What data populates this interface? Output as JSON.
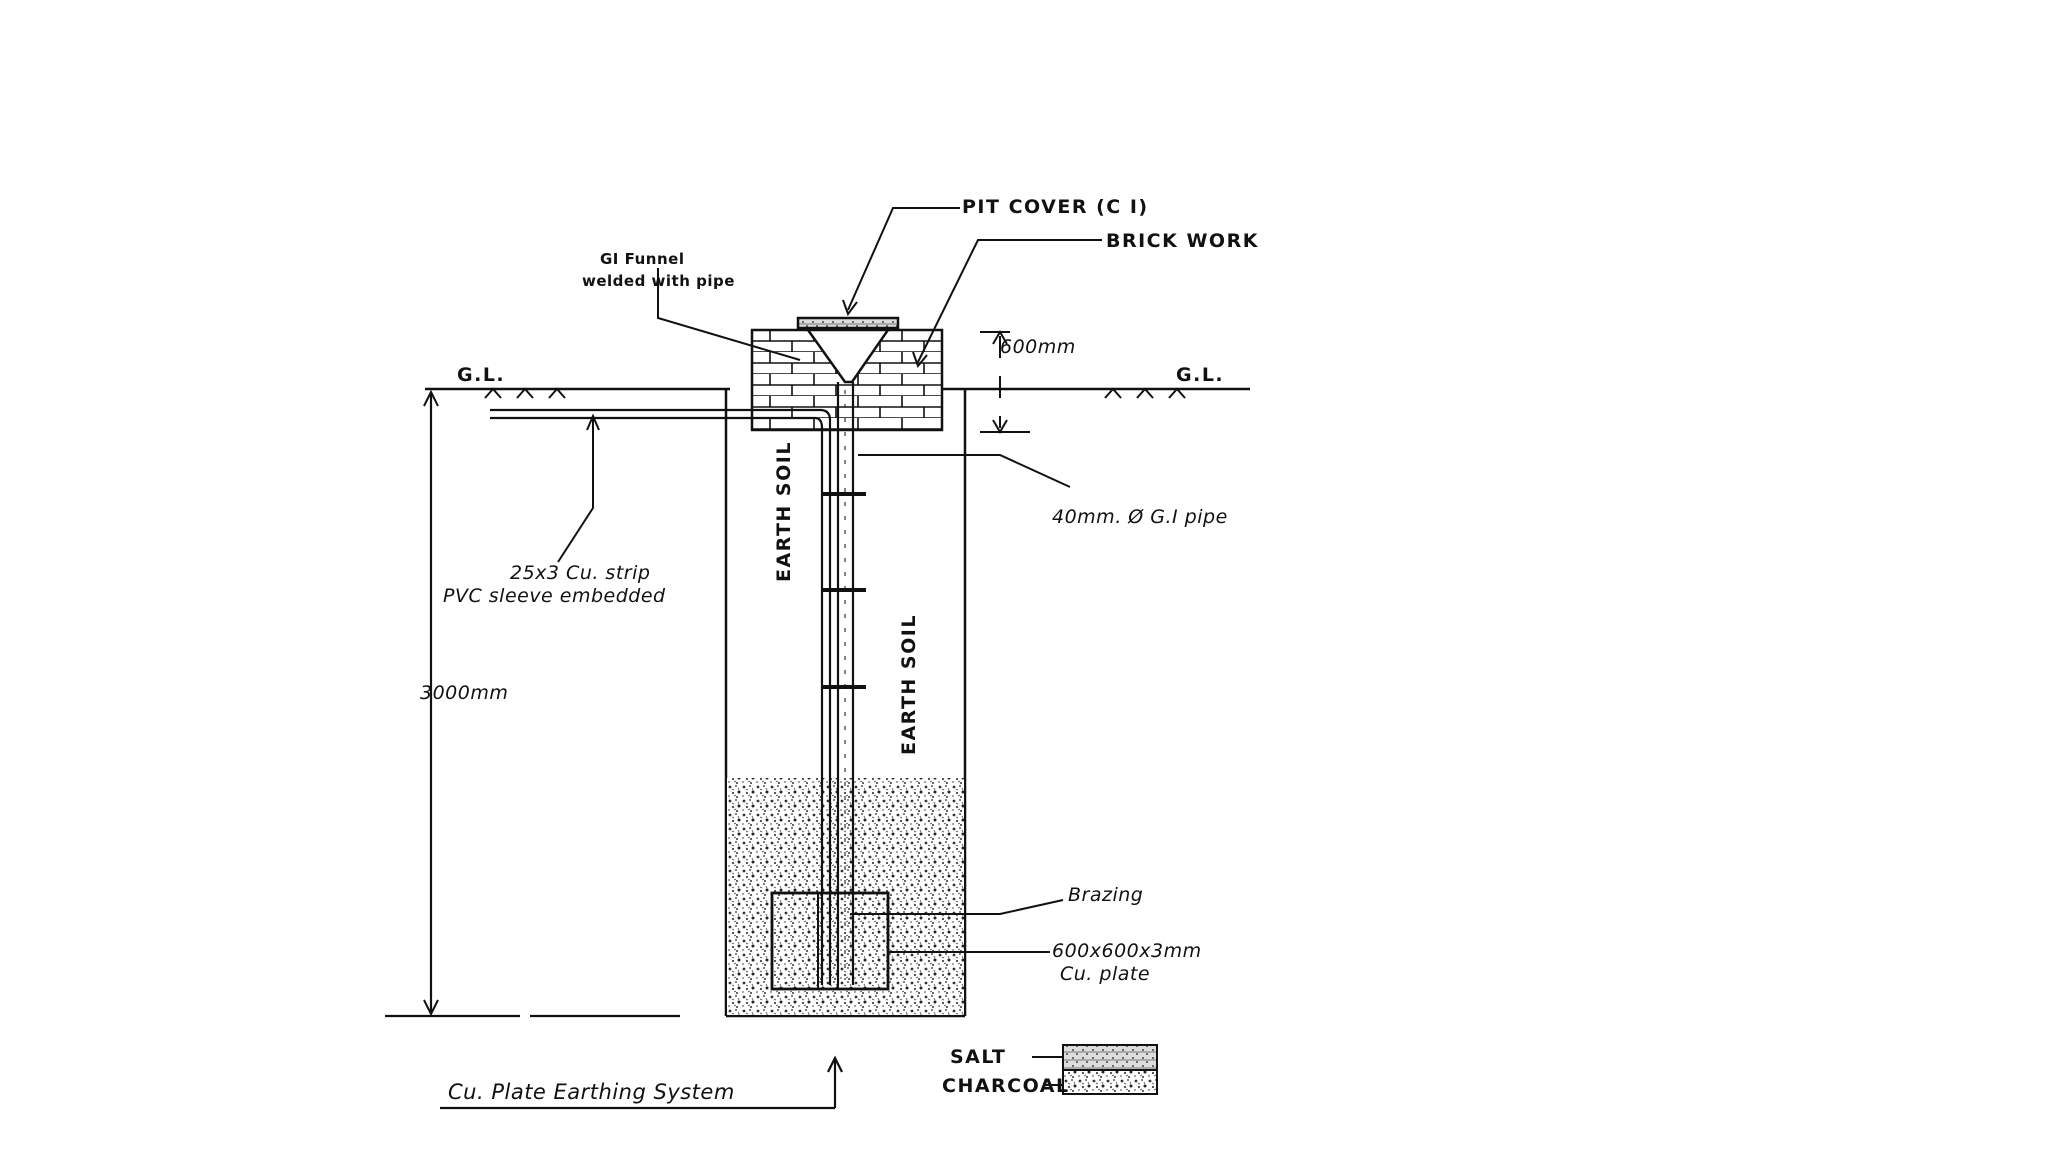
{
  "labels": {
    "pit_cover": "PIT COVER (C I)",
    "brick_work": "BRICK WORK",
    "gi_funnel_line1": "GI Funnel",
    "gi_funnel_line2": "welded with pipe",
    "gl_left": "G.L.",
    "gl_right": "G.L.",
    "depth_600": "600mm",
    "gi_pipe": "40mm. Ø G.I pipe",
    "cu_strip": "25x3 Cu. strip",
    "pvc_sleeve": "PVC sleeve embedded",
    "depth_3000": "3000mm",
    "earth_soil_left": "EARTH SOIL",
    "earth_soil_right": "EARTH SOIL",
    "brazing": "Brazing",
    "cu_plate_line1": "600x600x3mm",
    "cu_plate_line2": "Cu. plate",
    "salt": "SALT",
    "charcoal": "CHARCOAL",
    "caption": "Cu. Plate Earthing System"
  },
  "colors": {
    "ink": "#111111",
    "background": "#ffffff"
  }
}
